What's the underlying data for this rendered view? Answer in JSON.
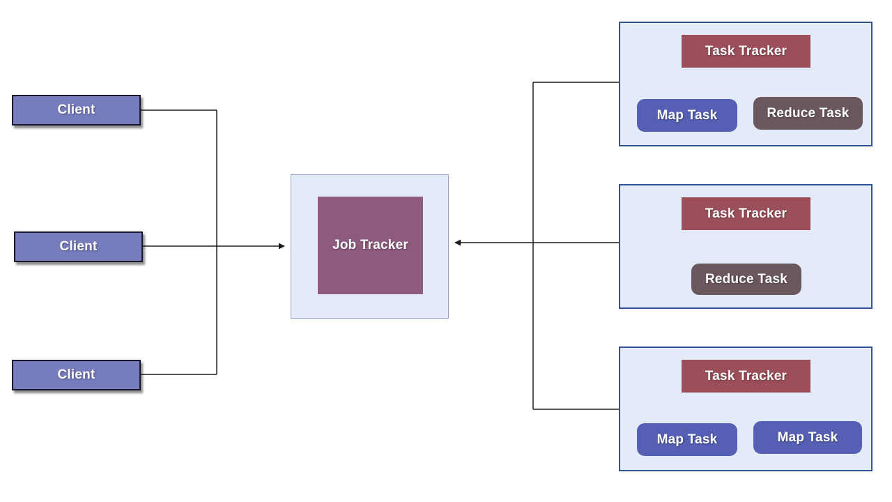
{
  "colors": {
    "background": "#ffffff",
    "label_text": "#ffffff",
    "client_fill": "#767cbc",
    "client_border": "#17172e",
    "container_fill": "#e3eaf8",
    "container_border": "#2e5395",
    "job_outer_border": "#9ba5d5",
    "job_inner_fill": "#8c5b7e",
    "tracker_fill": "#9c4f5b",
    "map_fill": "#5560b4",
    "reduce_fill": "#6b575e",
    "line": "#1b1b1b"
  },
  "clients": [
    {
      "label": "Client"
    },
    {
      "label": "Client"
    },
    {
      "label": "Client"
    }
  ],
  "job_tracker": {
    "label": "Job Tracker"
  },
  "task_nodes": [
    {
      "tracker": "Task Tracker",
      "tasks": [
        {
          "label": "Map Task",
          "type": "map"
        },
        {
          "label": "Reduce Task",
          "type": "reduce"
        }
      ]
    },
    {
      "tracker": "Task Tracker",
      "tasks": [
        {
          "label": "Reduce Task",
          "type": "reduce"
        }
      ]
    },
    {
      "tracker": "Task Tracker",
      "tasks": [
        {
          "label": "Map Task",
          "type": "map"
        },
        {
          "label": "Map Task",
          "type": "map"
        }
      ]
    }
  ]
}
